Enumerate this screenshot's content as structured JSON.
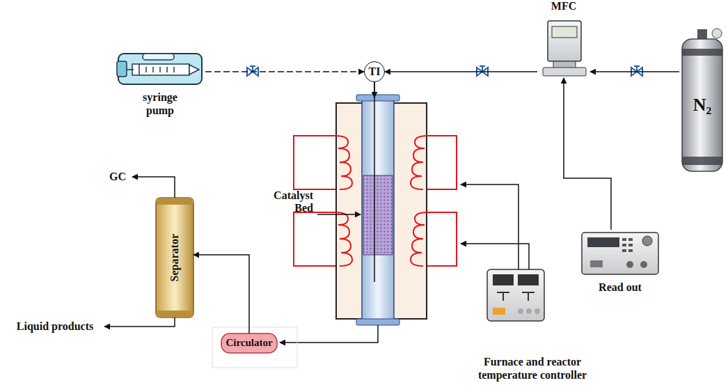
{
  "diagram": {
    "nodes": [
      {
        "text": [
          "syringe pump"
        ]
      },
      {
        "text": [
          "TI"
        ]
      },
      {
        "text": [
          "MFC"
        ]
      },
      {
        "text": [
          "N₂"
        ]
      },
      {
        "text": [
          "Read out"
        ]
      },
      {
        "text": [
          "Furnace and reactor temperature controller"
        ]
      },
      {
        "text": [
          "Circulator"
        ]
      },
      {
        "text": [
          "Separator"
        ]
      },
      {
        "text": [
          "GC"
        ]
      },
      {
        "text": [
          "Liquid products"
        ]
      }
    ],
    "edges": [
      {
        "from": 0,
        "to": 1,
        "arrow": "to"
      },
      {
        "from": 2,
        "to": 1,
        "arrow": "to"
      },
      {
        "from": 3,
        "to": 2,
        "arrow": "to"
      },
      {
        "from": 4,
        "to": 2,
        "arrow": "to"
      },
      {
        "from": 6,
        "to": 7,
        "arrow": "to"
      },
      {
        "from": 7,
        "to": 8,
        "arrow": "to"
      },
      {
        "from": 7,
        "to": 9,
        "arrow": "to"
      }
    ],
    "labels": [
      "Catalyst Bed"
    ]
  }
}
